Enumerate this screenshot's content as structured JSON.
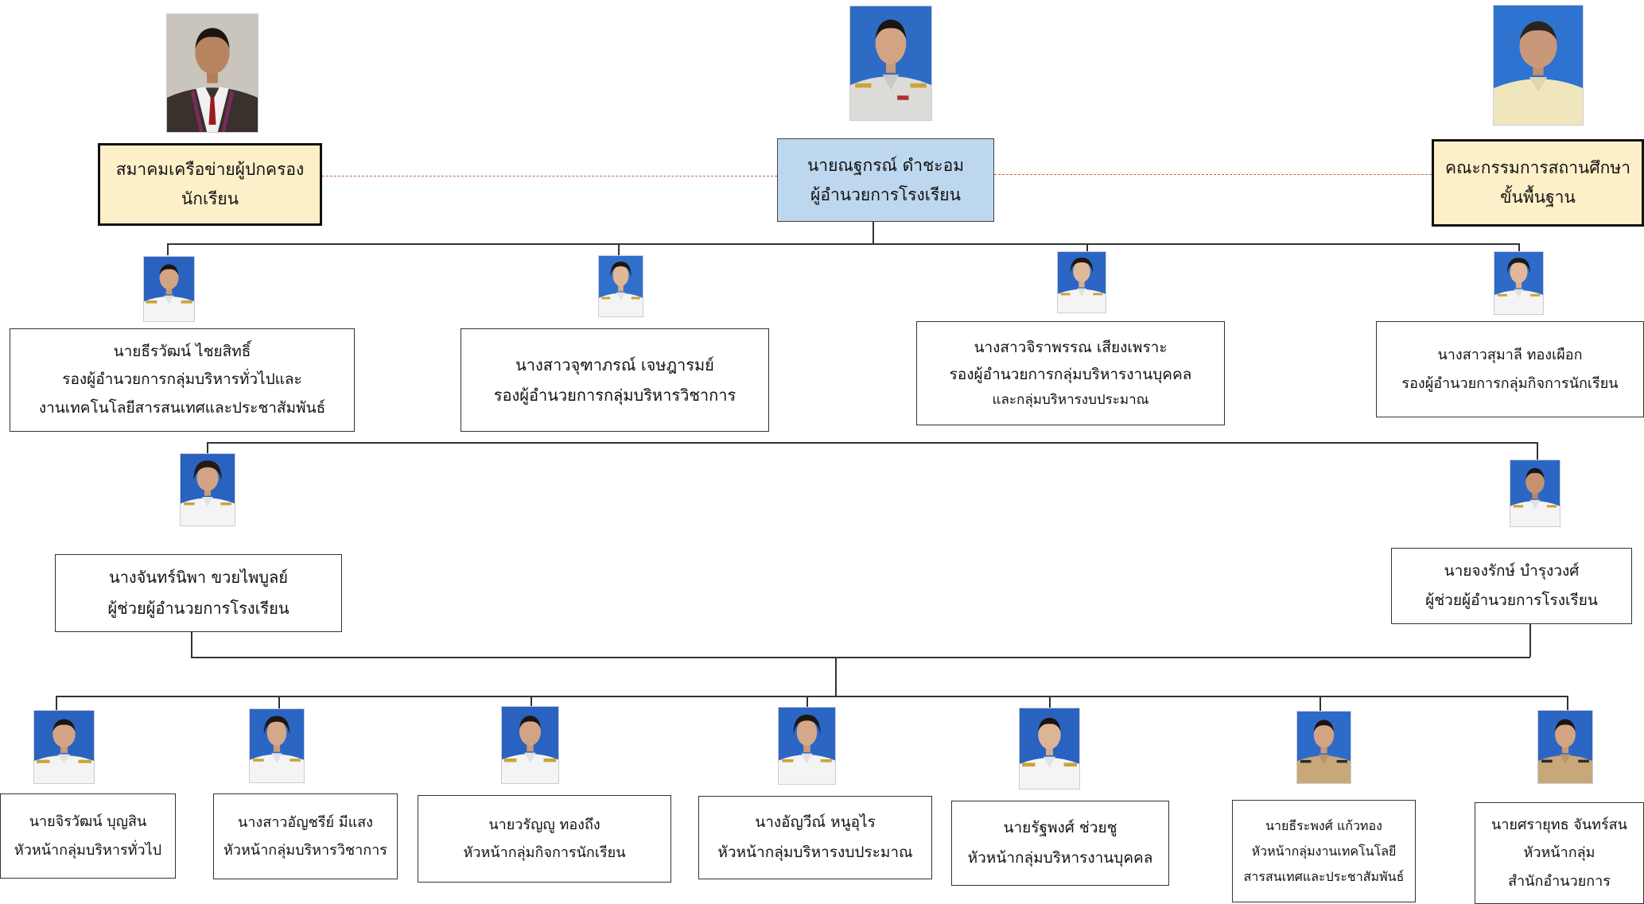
{
  "top": {
    "association": {
      "line1": "สมาคมเครือข่ายผู้ปกครอง",
      "line2": "นักเรียน"
    },
    "director": {
      "name": "นายณฐกรณ์ ดำชะอม",
      "title": "ผู้อำนวยการโรงเรียน"
    },
    "committee": {
      "line1": "คณะกรรมการสถานศึกษา",
      "line2": "ขั้นพื้นฐาน"
    }
  },
  "deputies": [
    {
      "name": "นายธีรวัฒน์ ไชยสิทธิ์",
      "title": "รองผู้อำนวยการกลุ่มบริหารทั่วไปและ",
      "title2": "งานเทคโนโลยีสารสนเทศและประชาสัมพันธ์"
    },
    {
      "name": "นางสาวจุฑาภรณ์ เจษฎารมย์",
      "title": "รองผู้อำนวยการกลุ่มบริหารวิชาการ",
      "title2": ""
    },
    {
      "name": "นางสาวจิราพรรณ เสียงเพราะ",
      "title": "รองผู้อำนวยการกลุ่มบริหารงานบุคคล",
      "title2": "และกลุ่มบริหารงบประมาณ"
    },
    {
      "name": "นางสาวสุมาลี ทองเผือก",
      "title": "รองผู้อำนวยการกลุ่มกิจการนักเรียน",
      "title2": ""
    }
  ],
  "assistants": [
    {
      "name": "นางจันทร์นิพา ขวยไพบูลย์",
      "title": "ผู้ช่วยผู้อำนวยการโรงเรียน"
    },
    {
      "name": "นายจงรักษ์ บำรุงวงศ์",
      "title": "ผู้ช่วยผู้อำนวยการโรงเรียน"
    }
  ],
  "heads": [
    {
      "name": "นายจิรวัฒน์ บุญสิน",
      "title": "หัวหน้ากลุ่มบริหารทั่วไป",
      "title2": ""
    },
    {
      "name": "นางสาวอัญชรีย์ มีแสง",
      "title": "หัวหน้ากลุ่มบริหารวิชาการ",
      "title2": ""
    },
    {
      "name": "นายวรัญญู ทองถึง",
      "title": "หัวหน้ากลุ่มกิจการนักเรียน",
      "title2": ""
    },
    {
      "name": "นางอัญวีณ์  หนูอุไร",
      "title": "หัวหน้ากลุ่มบริหารงบประมาณ",
      "title2": ""
    },
    {
      "name": "นายรัฐพงศ์ ช่วยชู",
      "title": "หัวหน้ากลุ่มบริหารงานบุคคล",
      "title2": ""
    },
    {
      "name": "นายธีระพงศ์  แก้วทอง",
      "title": "หัวหน้ากลุ่มงานเทคโนโลยี",
      "title2": "สารสนเทศและประชาสัมพันธ์"
    },
    {
      "name": "นายศรายุทธ จันทร์สน",
      "title": "หัวหน้ากลุ่ม",
      "title2": "สำนักอำนวยการ"
    }
  ],
  "colors": {
    "yellow_box": "#fdf0c8",
    "blue_box": "#bdd7ee",
    "dashed_line": "#c0673a",
    "uniform_white": "#f4f4f4",
    "uniform_khaki": "#c8a878"
  }
}
